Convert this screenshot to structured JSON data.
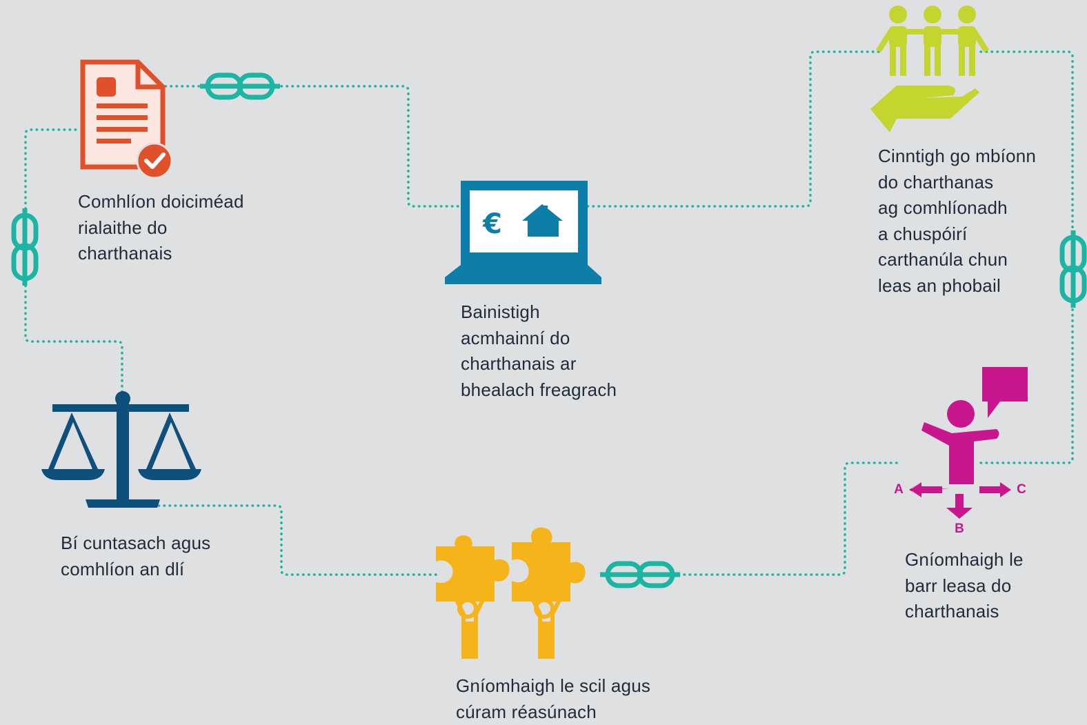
{
  "colors": {
    "background": "#dfe0e1",
    "connector": "#1cb5a3",
    "chain": "#1cb5a3",
    "document": "#e0502b",
    "laptop": "#0d7ea8",
    "people": "#c5d52f",
    "scales": "#0e4f7c",
    "puzzle": "#f6b41b",
    "person": "#c8178c",
    "text": "#1f2b3a"
  },
  "nodes": [
    {
      "id": "document",
      "icon": "checked-document-icon",
      "label": [
        "Comhlíon doiciméad",
        "rialaithe do",
        "charthanais"
      ]
    },
    {
      "id": "resources",
      "icon": "laptop-euro-house-icon",
      "label": [
        "Bainistigh",
        "acmhainní do",
        "charthanais ar",
        "bhealach freagrach"
      ]
    },
    {
      "id": "public-benefit",
      "icon": "people-in-hand-icon",
      "label": [
        "Cinntigh go mbíonn",
        "do charthanas",
        "ag comhlíonadh",
        "a chuspóirí",
        "carthanúla chun",
        "leas an phobail"
      ]
    },
    {
      "id": "best-interests",
      "icon": "person-choice-icon",
      "label": [
        "Gníomhaigh le",
        "barr leasa do",
        "charthanais"
      ],
      "arrow_labels": [
        "A",
        "B",
        "C"
      ]
    },
    {
      "id": "skill-care",
      "icon": "puzzle-pieces-icon",
      "label": [
        "Gníomhaigh le scil agus",
        "cúram réasúnach"
      ]
    },
    {
      "id": "accountable",
      "icon": "scales-icon",
      "label": [
        "Bí cuntasach agus",
        "comhlíon an dlí"
      ]
    }
  ]
}
